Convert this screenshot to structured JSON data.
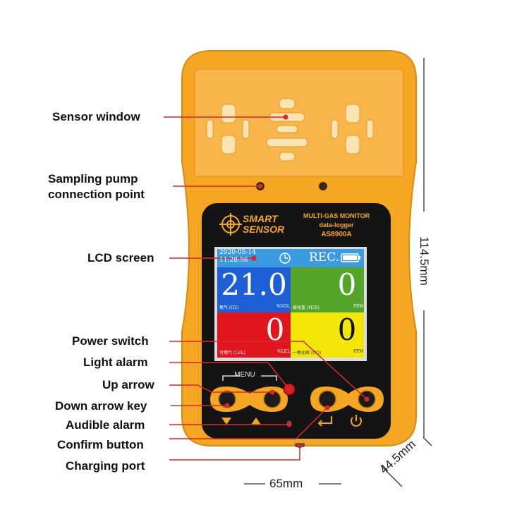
{
  "device": {
    "brand_line1": "SMART",
    "brand_line2": "SENSOR",
    "model_title": "MULTI-GAS MONITOR",
    "model_sub": "data-logger",
    "model_no": "AS8900A",
    "menu_label": "MENU"
  },
  "screen": {
    "date": "2020-05-14",
    "time": "11:28:56",
    "rec_label": "REC.",
    "cells": [
      {
        "value": "21.0",
        "name": "氧气 (O2)",
        "unit": "%VOL",
        "color": "#1f5fd6"
      },
      {
        "value": "0",
        "name": "硫化氢 (H2S)",
        "unit": "PPM",
        "color": "#55a52a"
      },
      {
        "value": "0",
        "name": "可燃气 (LEL)",
        "unit": "%LEL",
        "color": "#e0161e"
      },
      {
        "value": "0",
        "name": "一氧化碳 (CO)",
        "unit": "PPM",
        "color": "#f5e60a"
      }
    ]
  },
  "labels": {
    "sensor_window": "Sensor window",
    "sampling_pump_1": "Sampling pump",
    "sampling_pump_2": "connection point",
    "lcd_screen": "LCD screen",
    "power_switch": "Power switch",
    "light_alarm": "Light alarm",
    "up_arrow": "Up arrow",
    "down_arrow_key": "Down arrow key",
    "audible_alarm": "Audible alarm",
    "confirm_button": "Confirm button",
    "charging_port": "Charging port"
  },
  "dimensions": {
    "height": "114.5mm",
    "width": "65mm",
    "depth": "44.5mm"
  },
  "colors": {
    "body_orange": "#f5a623",
    "callout_red": "#d9262c",
    "panel_black": "#141414"
  }
}
